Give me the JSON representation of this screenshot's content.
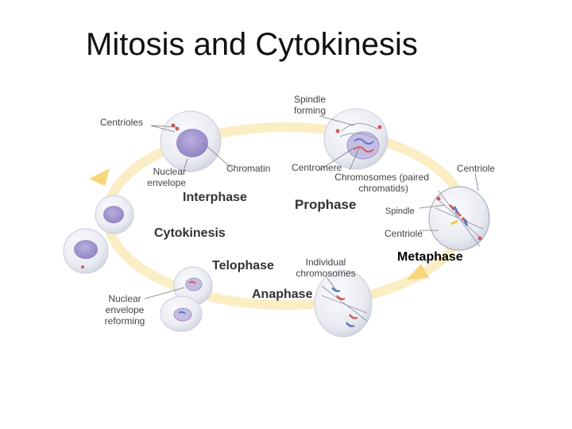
{
  "title": "Mitosis and Cytokinesis",
  "labels": {
    "spindle_forming": [
      "Spindle",
      "forming"
    ],
    "centrioles": "Centrioles",
    "nuclear_envelope": [
      "Nuclear",
      "envelope"
    ],
    "chromatin": "Chromatin",
    "centromere": "Centromere",
    "chromosomes": [
      "Chromosomes (paired",
      "chromatids)"
    ],
    "centriole_top": "Centriole",
    "spindle": "Spindle",
    "centriole_bottom": "Centriole",
    "individual_chromosomes": [
      "Individual",
      "chromosomes"
    ],
    "nuclear_envelope_reforming": [
      "Nuclear",
      "envelope",
      "reforming"
    ]
  },
  "phases": {
    "interphase": "Interphase",
    "prophase": "Prophase",
    "cytokinesis": "Cytokinesis",
    "metaphase": "Metaphase",
    "telophase": "Telophase",
    "anaphase": "Anaphase"
  },
  "colors": {
    "cycle_ring": "#fbedc4",
    "cycle_arrow": "#f7d77c",
    "cell_fill": "#eceef4",
    "nucleus": "#a79bd0",
    "chromatid_blue": "#5a78c8",
    "chromatid_red": "#d35a5a",
    "leader_line": "#777777"
  }
}
